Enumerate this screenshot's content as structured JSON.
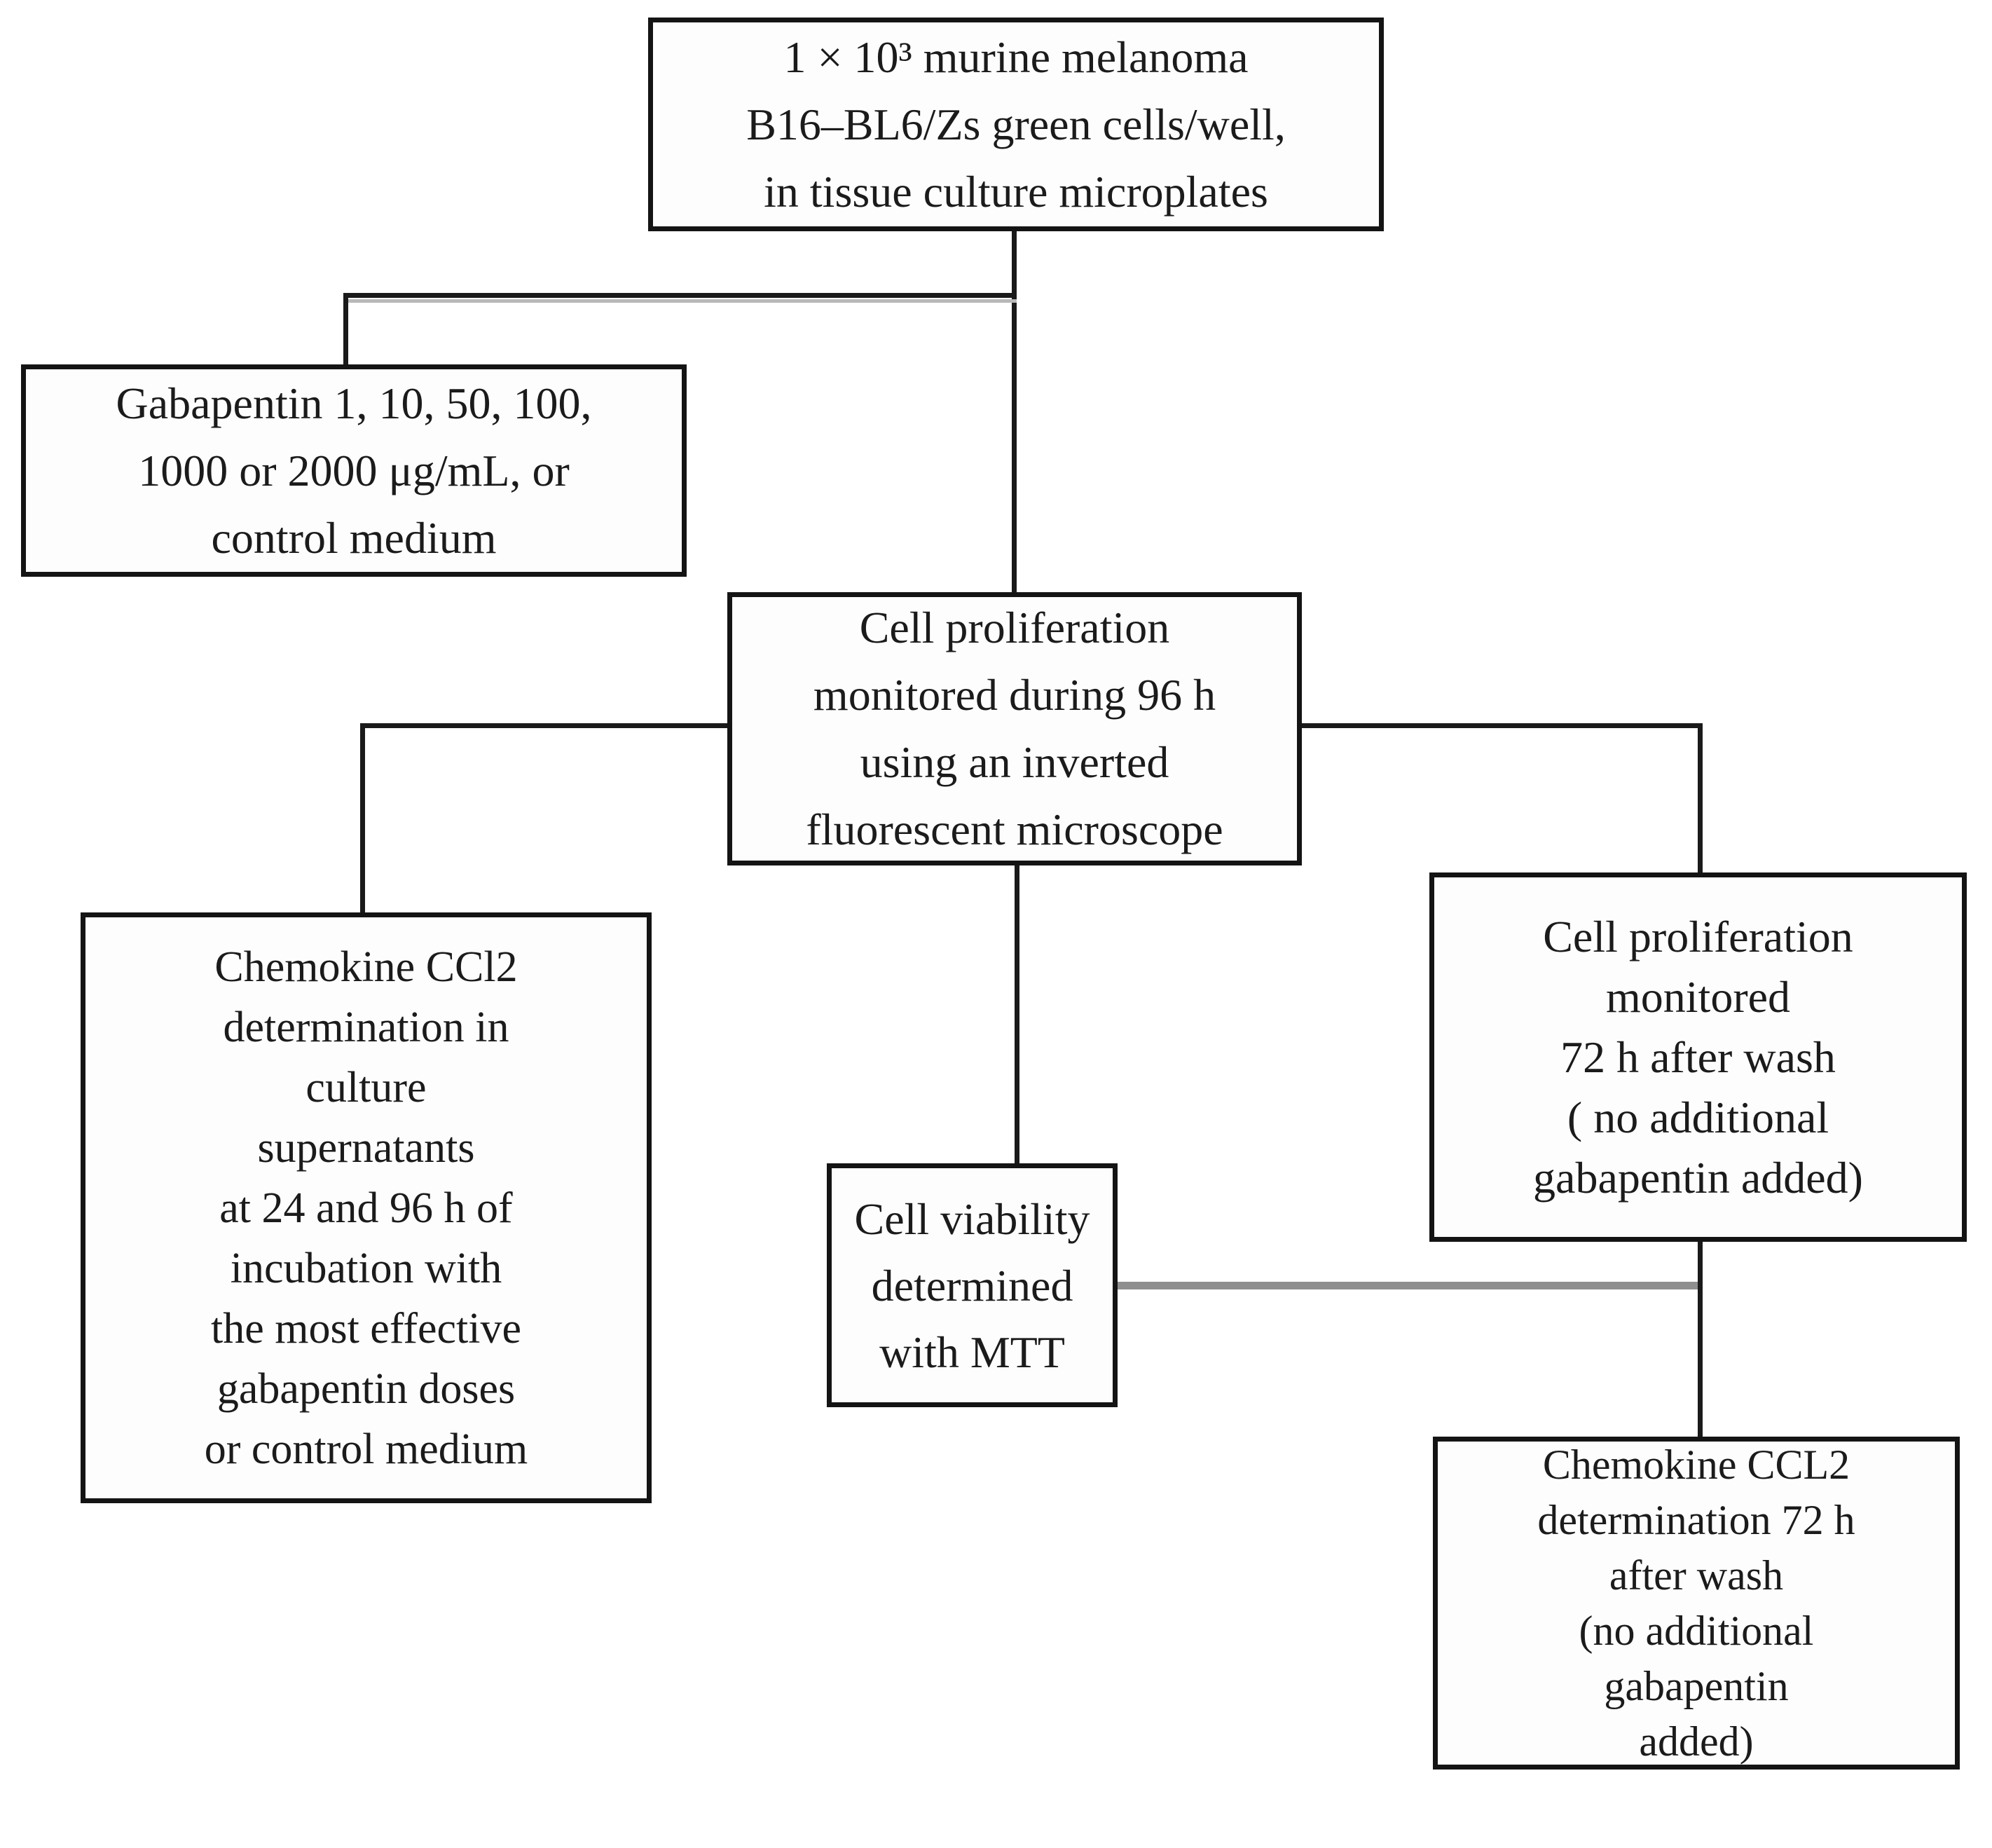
{
  "diagram": {
    "title": "Gabapentin melanoma cell culture experiment flowchart",
    "colors": {
      "background": "#ffffff",
      "box_border": "#141414",
      "text": "#1b1b1b",
      "connector": "#1a1a1a",
      "connector_gray": "#8f8f8f",
      "connector_shadow": "#b8b8b8"
    },
    "boxes": {
      "top": {
        "lines": [
          "1 × 10³ murine melanoma",
          "B16–BL6/Zs green cells/well,",
          "in tissue culture microplates"
        ]
      },
      "gabapentin": {
        "lines": [
          "Gabapentin 1, 10, 50, 100,",
          "1000 or 2000 μg/mL, or",
          "control medium"
        ]
      },
      "proliferation96": {
        "lines": [
          "Cell proliferation",
          "monitored during 96 h",
          "using an inverted",
          "fluorescent microscope"
        ]
      },
      "ccl2_early": {
        "lines": [
          "Chemokine CCl2",
          "determination in",
          "culture",
          "supernatants",
          "at 24 and 96 h of",
          "incubation with",
          "the most effective",
          "gabapentin doses",
          "or control medium"
        ]
      },
      "mtt": {
        "lines": [
          "Cell viability",
          "determined",
          "with MTT"
        ]
      },
      "prolif_wash": {
        "lines": [
          "Cell proliferation",
          "monitored",
          "72 h after wash",
          "( no additional",
          "gabapentin added)"
        ]
      },
      "ccl2_wash": {
        "lines": [
          "Chemokine CCL2",
          "determination 72 h",
          "after wash",
          "(no additional",
          "gabapentin",
          "added)"
        ]
      }
    }
  }
}
